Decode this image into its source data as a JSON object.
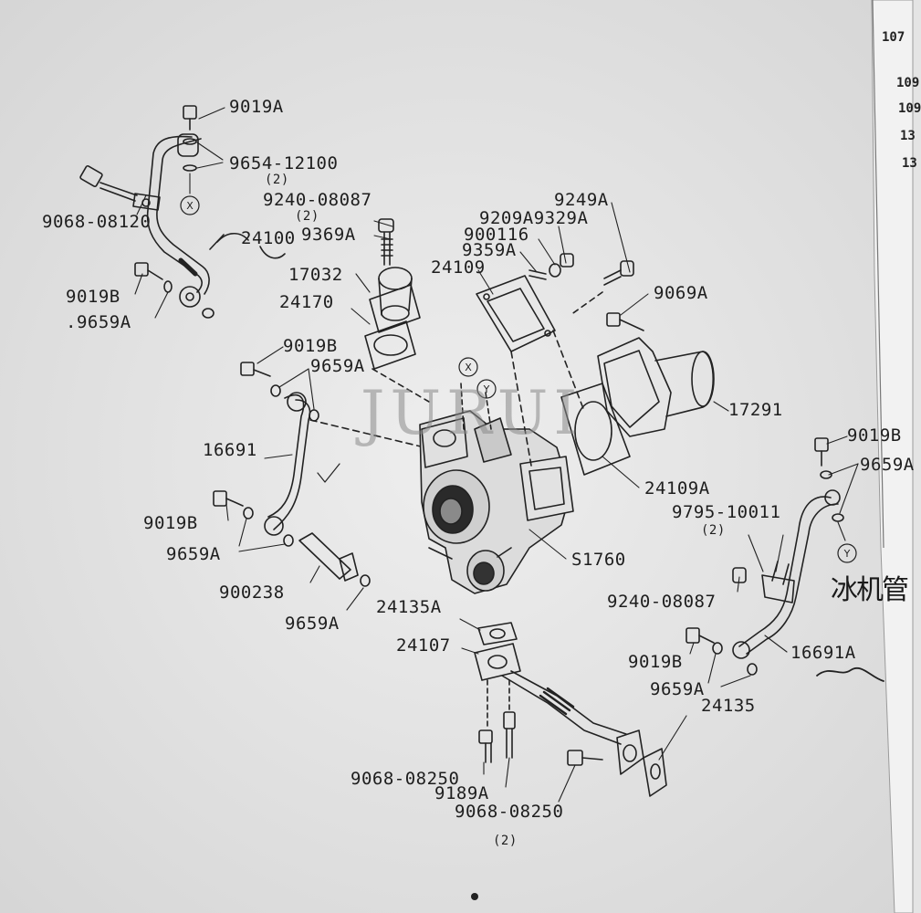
{
  "watermark": "JURUI",
  "handwriting": "冰机管",
  "edge_numbers": [
    "107",
    "109",
    "109",
    "13",
    "13"
  ],
  "labels": {
    "p9019a": "9019A",
    "p9654_12100": "9654-12100",
    "p9654_12100_qty": "(2)",
    "p9068_08120": "9068-08120",
    "p9240_08087_top": "9240-08087",
    "p9240_08087_top_qty": "(2)",
    "p9369a": "9369A",
    "p24100": "24100",
    "p17032": "17032",
    "p24170": "24170",
    "p9019b_1": "9019B",
    "p9659a_1": ".9659A",
    "p9019b_2": "9019B",
    "p9659a_2": "9659A",
    "p16691": "16691",
    "p9019b_3": "9019B",
    "p9659a_3": "9659A",
    "p900238": "900238",
    "p9659a_4": "9659A",
    "p9249a": "9249A",
    "p9209a9329a": "9209A9329A",
    "p900116": "900116",
    "p9359a": "9359A",
    "p24109": "24109",
    "p9069a": "9069A",
    "p17291": "17291",
    "p24109a": "24109A",
    "p9795_10011": "9795-10011",
    "p9795_10011_qty": "(2)",
    "p9019b_4": "9019B",
    "p9659a_5": "9659A",
    "p9240_08087_right": "9240-08087",
    "ps1760": "S1760",
    "p24135a": "24135A",
    "p24107": "24107",
    "p9019b_5": "9019B",
    "p16691a": "16691A",
    "p9659a_6": "9659A",
    "p24135": "24135",
    "p9068_08250_a": "9068-08250",
    "p9189a": "9189A",
    "p9068_08250_b": "9068-08250",
    "p9068_08250_b_qty": "(2)"
  },
  "callouts": {
    "x_top": "X",
    "x_mid": "X",
    "y_mid": "Y",
    "y_right": "Y"
  }
}
